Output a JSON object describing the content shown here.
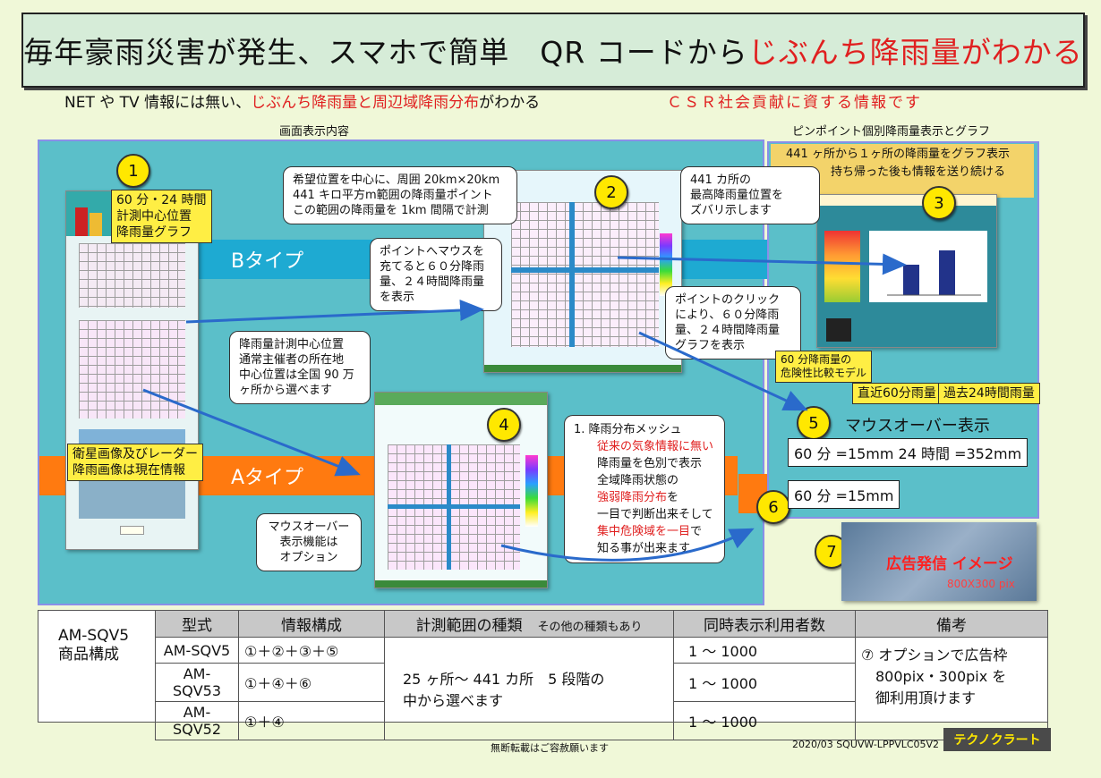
{
  "title": {
    "prefix": "毎年豪雨災害が発生、スマホで簡単　QR コードから",
    "highlight": "じぶんち降雨量がわかる"
  },
  "subtitle": {
    "part1": "NET や TV 情報には無い、",
    "part2": "じぶんち降雨量と周辺域降雨分布",
    "part3": "がわかる",
    "csr": "ＣＳＲ社会貢献に資する情報です"
  },
  "headings": {
    "screen_content": "画面表示内容",
    "pinpoint": "ピンポイント個別降雨量表示とグラフ"
  },
  "right_panel": {
    "line1": "441 ヶ所から１ヶ所の降雨量をグラフ表示",
    "line2": "持ち帰った後も情報を送り続ける"
  },
  "bands": {
    "b_type": "Bタイプ",
    "a_type": "Aタイプ"
  },
  "numbers": [
    "1",
    "2",
    "3",
    "4",
    "5",
    "6",
    "7"
  ],
  "notes": {
    "n1": "60 分・24 時間\n計測中心位置\n降雨量グラフ",
    "center": "希望位置を中心に、周囲 20km×20km\n441 キロ平方m範囲の降雨量ポイント\nこの範囲の降雨量を 1km 間隔で計測",
    "max441": "441 カ所の\n最高降雨量位置を\nズバリ示します",
    "mouse_point": "ポイントへマウスを\n充てると６０分降雨\n量、２４時間降雨量\nを表示",
    "click_point": "ポイントのクリック\nにより、６０分降雨\n量、２４時間降雨量\nグラフを表示",
    "measure_center": "降雨量計測中心位置\n通常主催者の所在地\n中心位置は全国 90 万\nヶ所から選べます",
    "satellite": "衛星画像及びレーダー\n降雨画像は現在情報",
    "mouseover_option": "マウスオーバー\n表示機能は\nオプション",
    "danger_model": "60 分降雨量の\n危険性比較モデル"
  },
  "mesh_note": {
    "l1": "1. 降雨分布メッシュ",
    "l2": "従来の気象情報に無い",
    "l3": "降雨量を色別で表示",
    "l4": "全域降雨状態の",
    "l5": "強弱降雨分布",
    "l5b": "を",
    "l6": "一目で判断出来そして",
    "l7": "集中危険域を一目",
    "l7b": "で",
    "l8": "知る事が出来ます"
  },
  "graph_labels": {
    "direct60": "直近60分雨量",
    "past24": "過去24時間雨量"
  },
  "mouseover": {
    "label": "マウスオーバー表示",
    "value_full": "60 分 =15mm  24 時間 =352mm",
    "value_short": "60 分 =15mm"
  },
  "ad": {
    "text": "広告発信 イメージ",
    "size": "800X300 pix"
  },
  "table": {
    "product": "AM-SQV5\n商品構成",
    "headers": [
      "型式",
      "情報構成",
      "計測範囲の種類",
      "その他の種類もあり",
      "同時表示利用者数",
      "備考"
    ],
    "rows": [
      {
        "model": "AM-SQV5",
        "info": "①＋②＋③＋⑤",
        "users": "1 ～ 1000"
      },
      {
        "model": "AM-SQV53",
        "info": "①＋④＋⑥",
        "users": "1 ～ 1000"
      },
      {
        "model": "AM-SQV52",
        "info": "①＋④",
        "users": "1 ～ 1000"
      }
    ],
    "range": "25 ヶ所～ 441 カ所　5 段階の\n中から選べます",
    "remarks": "⑦ オプションで広告枠\n　800pix・300pix を\n　御利用頂けます"
  },
  "footer": {
    "notice": "無断転載はご容赦願います",
    "doc": "2020/03 SQUVW-LPPVLC05V2",
    "logo": "テクノクラート"
  },
  "colors": {
    "teal": "#5bbfc9",
    "orange": "#ff7a10",
    "band_blue": "#1eaad2",
    "accent_red": "#e02020",
    "yellow": "#ffe800"
  }
}
